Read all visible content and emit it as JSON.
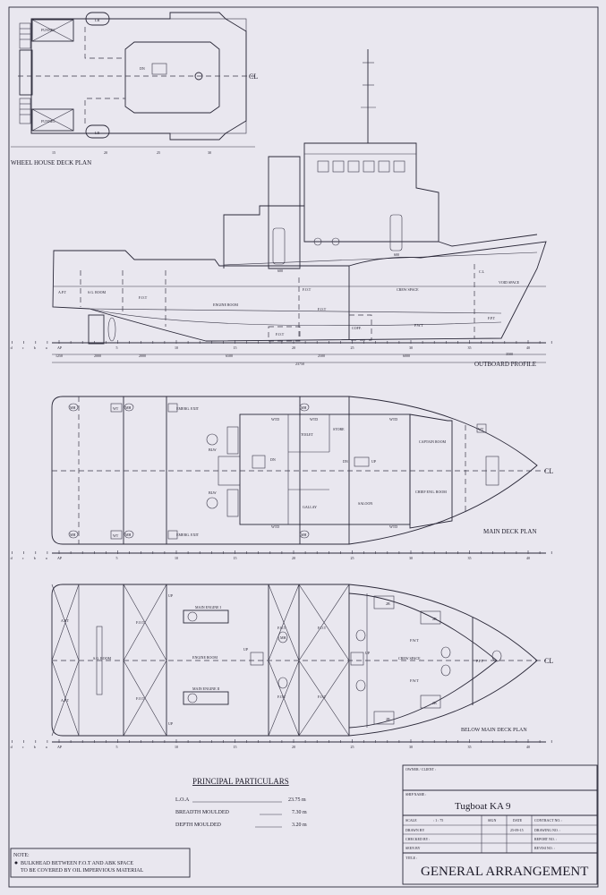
{
  "wheelhouse": {
    "title": "WHEEL HOUSE DECK PLAN",
    "funnel": "FUNNEL",
    "lr": "LR",
    "dn": "DN",
    "centerline": "CL",
    "frames": [
      "15",
      "20",
      "25",
      "30"
    ]
  },
  "profile": {
    "title": "OUTBOARD PROFILE",
    "labels": {
      "apt": "A.P.T",
      "sg_room": "S.G. ROOM",
      "fot": "F.O.T",
      "engine_room": "ENGINE ROOM",
      "crew_space": "CREW SPACE",
      "coff": "COFF.",
      "fwt": "F.W.T",
      "cl": "C.L",
      "void_space": "VOID SPACE",
      "fpt": "F.P.T",
      "door": "600"
    },
    "dimensions": [
      "1250",
      "2000",
      "2000",
      "6500",
      "2500",
      "6000",
      "3500"
    ],
    "overall": "23750",
    "frames": [
      "d",
      "c",
      "b",
      "a",
      "AP",
      "5",
      "10",
      "15",
      "20",
      "25",
      "30",
      "35",
      "40"
    ]
  },
  "main_deck": {
    "title": "MAIN DECK PLAN",
    "mh": "MH",
    "wt": "WT",
    "emerg_exit": "EMERG. EXIT",
    "blw": "BLW",
    "wtd": "WTD",
    "toilet": "TOILET",
    "store": "STORE",
    "gallay": "GALLAY",
    "saloon": "SALOON",
    "captain_room": "CAPTAIN ROOM",
    "chief_eng_room": "CHIEF ENG. ROOM",
    "dn": "DN",
    "up": "UP",
    "centerline": "CL",
    "frames": [
      "d",
      "c",
      "b",
      "a",
      "AP",
      "5",
      "10",
      "15",
      "20",
      "25",
      "30",
      "35",
      "40"
    ]
  },
  "below_deck": {
    "title": "BELOW MAIN DECK PLAN",
    "apt": "A.P.T",
    "sg_room": "S.G. ROOM",
    "fot": "F.O.T",
    "main_engine_1": "MAIN ENGINE I",
    "main_engine_2": "MAIN ENGINE II",
    "engine_room": "ENGINE ROOM",
    "up": "UP",
    "fwt": "F.W.T",
    "crew_space": "CREW SPACE",
    "fpt": "F.P.T",
    "bunk": "2B",
    "mh": "MH",
    "centerline": "CL",
    "frames": [
      "d",
      "c",
      "b",
      "a",
      "AP",
      "5",
      "10",
      "15",
      "20",
      "25",
      "30",
      "35",
      "40"
    ]
  },
  "particulars": {
    "title": "PRINCIPAL PARTICULARS",
    "rows": [
      {
        "label": "L.O.A",
        "value": "23.75 m"
      },
      {
        "label": "BREADTH MOULDED",
        "value": "7.30 m"
      },
      {
        "label": "DEPTH MOULDED",
        "value": "3.20 m"
      }
    ]
  },
  "note": {
    "heading": "NOTE:",
    "line1": "BULKHEAD BETWEEN F.O.T AND ABK SPACE",
    "line2": "TO BE COVERED BY OIL IMPERVIOUS MATERIAL"
  },
  "title_block": {
    "owner_label": "OWNER / CLIENT :",
    "ship_name_label": "SHIP NAME :",
    "ship_name": "Tugboat KA 9",
    "scale_label": "SCALE",
    "scale_value": ": 1 : 75",
    "sign_label": "SIGN",
    "date_label": "DATE",
    "drawn_label": "DRAWN BY",
    "drawn_date": "25-09-15",
    "checked_label": "CHECKED BY :",
    "seen_label": "SEEN BY",
    "contract_label": "CONTRACT NO. :",
    "drawing_label": "DRAWING NO. :",
    "report_label": "REPORT NO. :",
    "revise_label": "REVISI NO. :",
    "title_label": "TITLE :",
    "title": "GENERAL ARRANGEMENT"
  }
}
